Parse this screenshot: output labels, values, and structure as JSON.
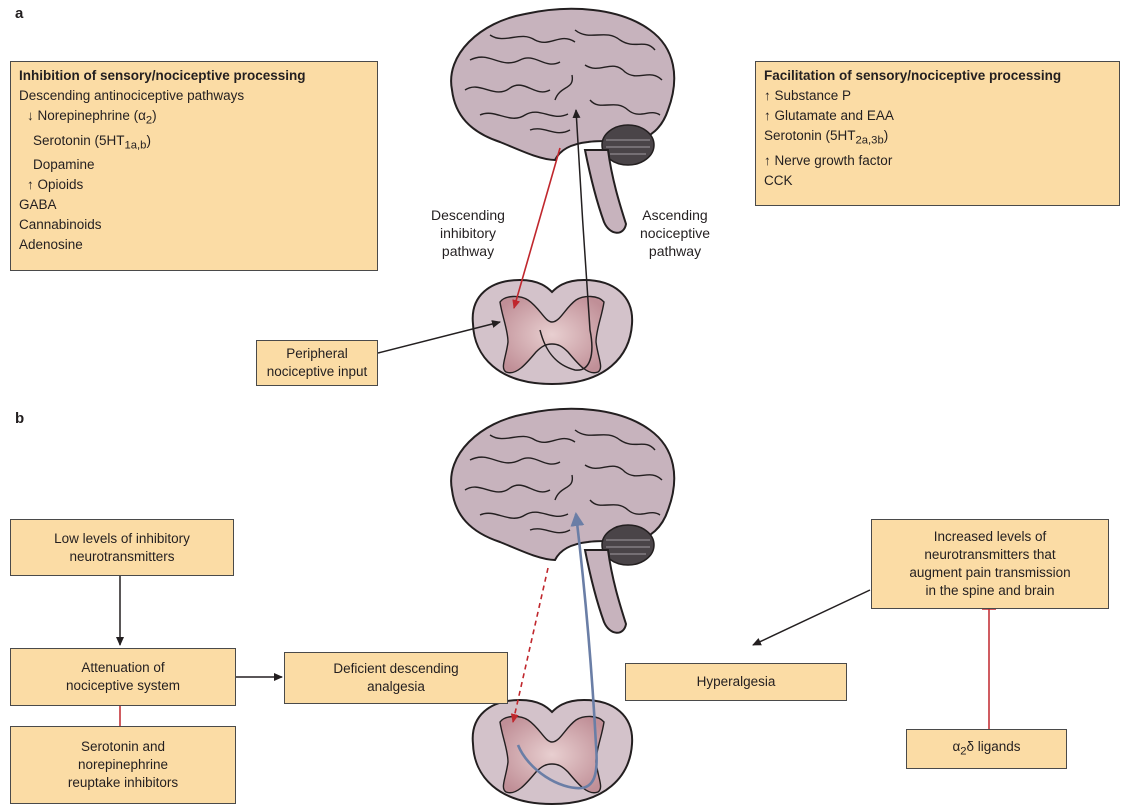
{
  "panel_a": {
    "letter": "a",
    "inhibition_box": {
      "title": "Inhibition of sensory/nociceptive processing",
      "line1": "Descending antinociceptive pathways",
      "line2_arrow": "↓",
      "line2_text": "Norepinephrine (α",
      "line2_sub": "2",
      "line2_end": ")",
      "line3_text": "Serotonin (5HT",
      "line3_sub": "1a,b",
      "line3_end": ")",
      "line4": "Dopamine",
      "line5_arrow": "↑",
      "line5_text": "Opioids",
      "line6": "GABA",
      "line7": "Cannabinoids",
      "line8": "Adenosine"
    },
    "facilitation_box": {
      "title": "Facilitation of sensory/nociceptive processing",
      "line1_arrow": "↑",
      "line1_text": "Substance P",
      "line2_arrow": "↑",
      "line2_text": "Glutamate and EAA",
      "line3_text": "Serotonin (5HT",
      "line3_sub": "2a,3b",
      "line3_end": ")",
      "line4_arrow": "↑",
      "line4_text": "Nerve growth factor",
      "line5": "CCK"
    },
    "descending_label": [
      "Descending",
      "inhibitory",
      "pathway"
    ],
    "ascending_label": [
      "Ascending",
      "nociceptive",
      "pathway"
    ],
    "peripheral_box": [
      "Peripheral",
      "nociceptive input"
    ]
  },
  "panel_b": {
    "letter": "b",
    "low_levels_box": [
      "Low levels of inhibitory",
      "neurotransmitters"
    ],
    "attenuation_box": [
      "Attenuation of",
      "nociceptive system"
    ],
    "deficient_box": [
      "Deficient descending",
      "analgesia"
    ],
    "reuptake_box": [
      "Serotonin and",
      "norepinephrine",
      "reuptake inhibitors"
    ],
    "increased_box": [
      "Increased levels of",
      "neurotransmitters that",
      "augment pain transmission",
      "in the spine and brain"
    ],
    "hyperalgesia_box": "Hyperalgesia",
    "ligands_text": "α",
    "ligands_sub": "2",
    "ligands_end": "δ ligands"
  },
  "colors": {
    "box_fill": "#fbdca5",
    "brain_fill": "#c7b3bd",
    "cerebellum_fill": "#4a4448",
    "spinal_outer": "#d3c2ca",
    "grey_matter": "#c79aa0",
    "red_arrow": "#c0272d",
    "blue_arrow": "#6a7ea6",
    "black_arrow": "#231f20"
  }
}
